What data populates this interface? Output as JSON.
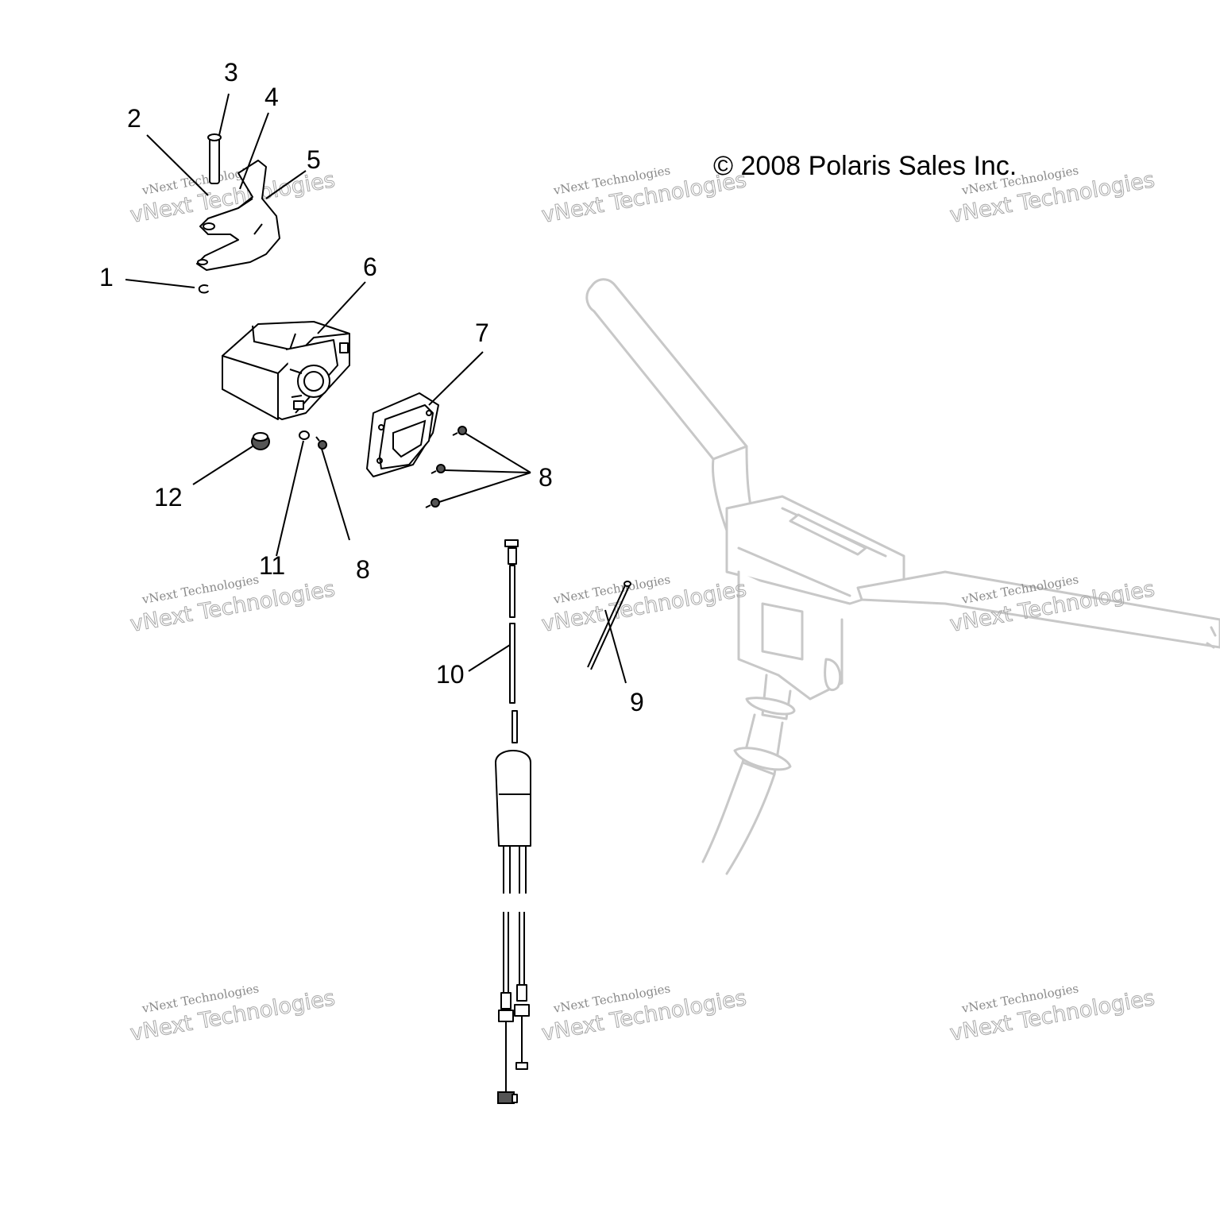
{
  "copyright": "© 2008 Polaris Sales Inc.",
  "callouts": [
    "1",
    "2",
    "3",
    "4",
    "5",
    "6",
    "7",
    "8",
    "8",
    "9",
    "10",
    "11",
    "12"
  ],
  "watermark": {
    "line1": "vNext Technologies",
    "line2": "vNext Technologies"
  },
  "colors": {
    "line": "#000000",
    "ghost": "#c8c8c8",
    "watermark": "#a8a8a8",
    "background": "#ffffff"
  }
}
